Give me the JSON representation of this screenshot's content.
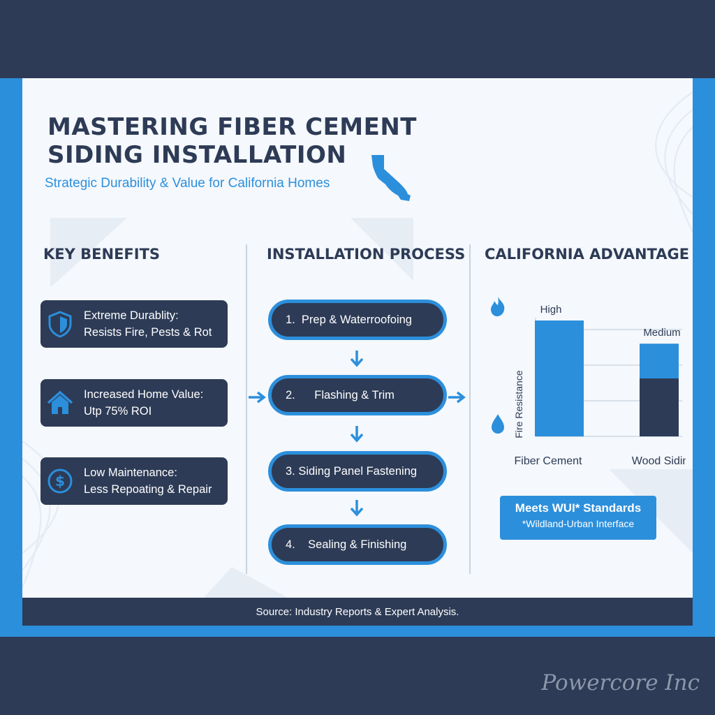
{
  "header": {
    "title_line1": "MASTERING FIBER CEMENT",
    "title_line2": "SIDING INSTALLATION",
    "subtitle": "Strategic Durability & Value for California Homes"
  },
  "sections": {
    "benefits_heading": "KEY BENEFITS",
    "process_heading": "INSTALLATION PROCESS",
    "advantage_heading": "CALIFORNIA ADVANTAGE"
  },
  "benefits": [
    {
      "line1": "Extreme Durablity:",
      "line2": "Resists Fire, Pests & Rot",
      "icon": "shield-icon"
    },
    {
      "line1": "Increased Home Value:",
      "line2": "Utp 75% ROI",
      "icon": "house-icon"
    },
    {
      "line1": "Low Maintenance:",
      "line2": "Less Repoating & Repair",
      "icon": "dollar-icon"
    }
  ],
  "steps": [
    {
      "label": "1.  Prep & Waterroofoing"
    },
    {
      "label": "2.      Flashing & Trim"
    },
    {
      "label": "3. Siding Panel Fastening"
    },
    {
      "label": "4.    Sealing & Finishing"
    }
  ],
  "chart_data": {
    "type": "bar",
    "categories": [
      "Fiber Cement",
      "Wood Siding"
    ],
    "ylabel": "Fire Resistance",
    "data_labels": [
      "High",
      "Medium"
    ],
    "values": [
      1.0,
      0.8
    ],
    "wood_split": {
      "dark": 0.5,
      "light": 0.3
    },
    "grid": true
  },
  "wui": {
    "title": "Meets WUI* Standards",
    "note": "*Wildland-Urban Interface"
  },
  "footer": {
    "source": "Source: Industry Reports & Expert Analysis."
  },
  "watermark": "Powercore Inc",
  "colors": {
    "navy": "#2d3b56",
    "blue": "#2c8fdc",
    "background": "#f5f8fc"
  }
}
